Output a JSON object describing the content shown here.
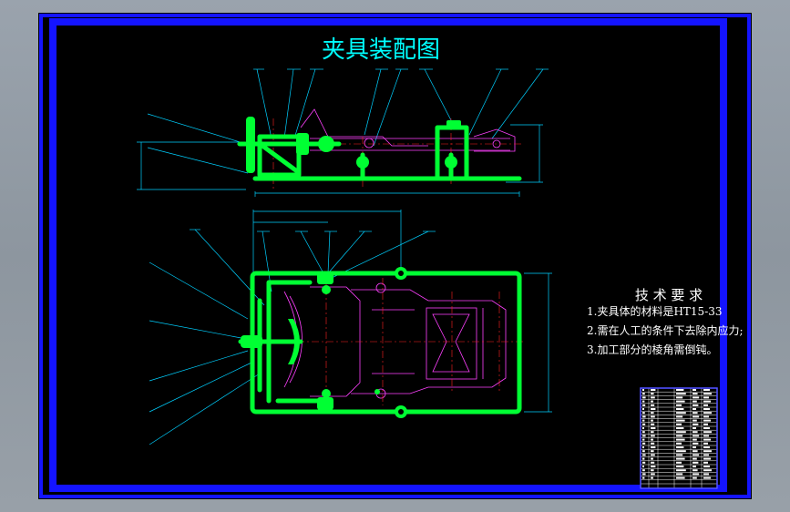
{
  "drawing": {
    "title": "夹具装配图"
  },
  "tech_requirements": {
    "heading": "技 术 要 求",
    "items": [
      "1.夹具体的材料是HT15-33",
      "2.需在人工的条件下去除内应力;",
      "3.加工部分的棱角需倒钝。"
    ]
  },
  "colors": {
    "background": "#000000",
    "frame": "#1414ff",
    "title": "#00ffff",
    "part": "#00ff33",
    "centerline": "#ff2020",
    "detail": "#ff40ff",
    "leader": "#00d0ff",
    "text": "#ffffff"
  }
}
